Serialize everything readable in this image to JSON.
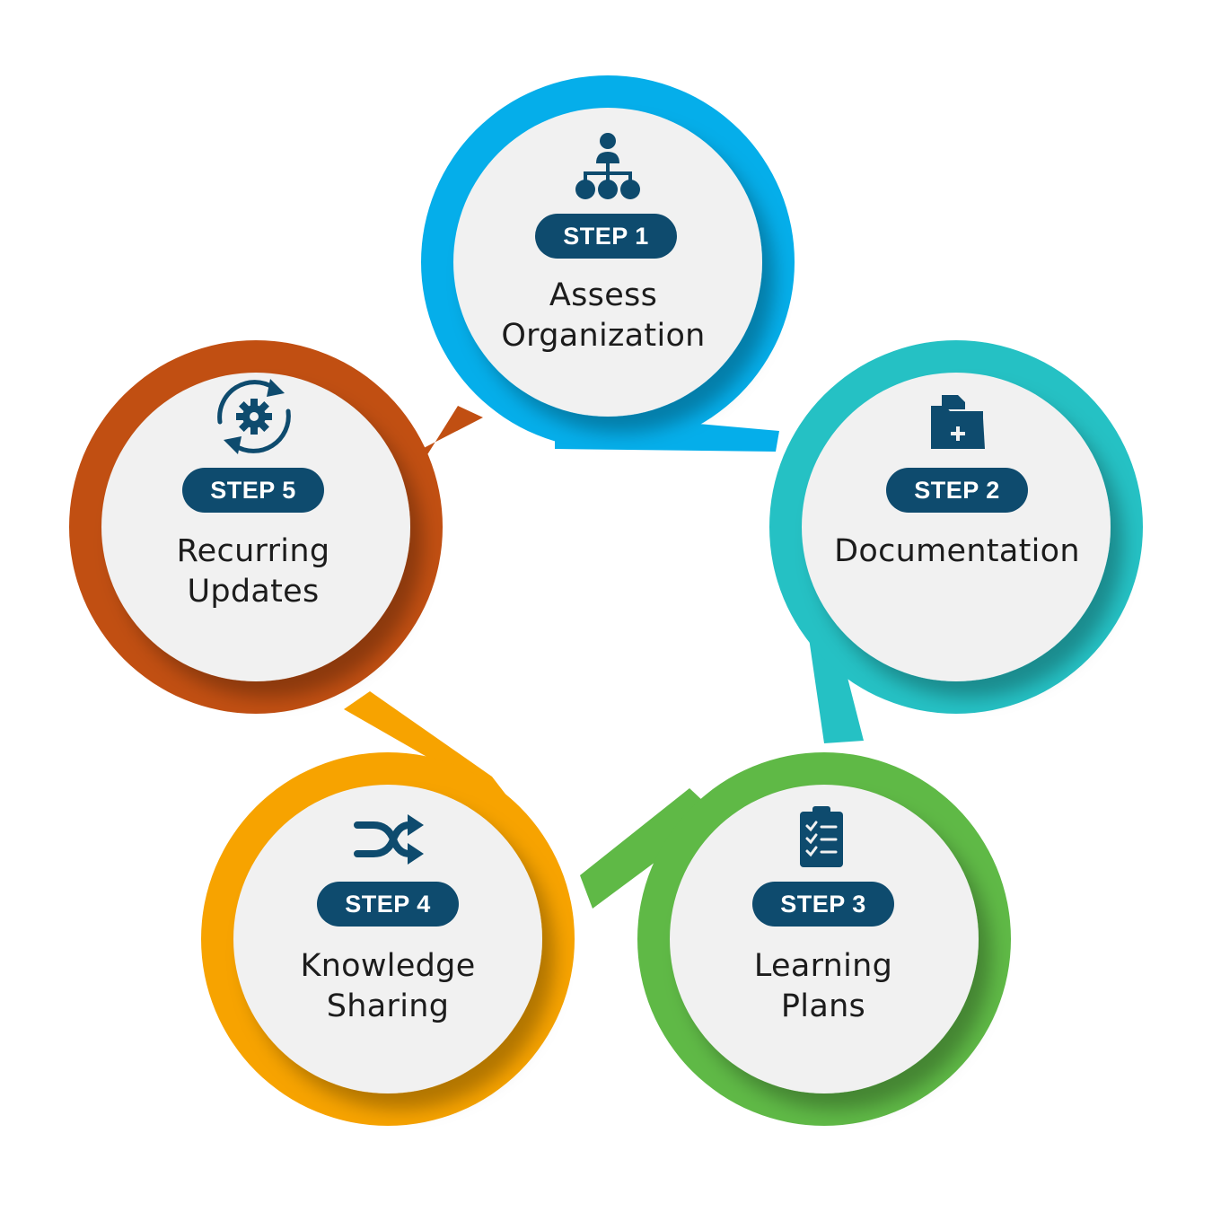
{
  "steps": [
    {
      "badge": "STEP 1",
      "lines": [
        "Assess",
        "Organization"
      ],
      "color": "#05aeea",
      "icon": "org-chart-icon"
    },
    {
      "badge": "STEP 2",
      "lines": [
        "Documentation"
      ],
      "color": "#25c1c4",
      "icon": "folder-add-icon"
    },
    {
      "badge": "STEP 3",
      "lines": [
        "Learning",
        "Plans"
      ],
      "color": "#5fb946",
      "icon": "clipboard-checklist-icon"
    },
    {
      "badge": "STEP 4",
      "lines": [
        "Knowledge",
        "Sharing"
      ],
      "color": "#f7a300",
      "icon": "shuffle-arrows-icon"
    },
    {
      "badge": "STEP 5",
      "lines": [
        "Recurring",
        "Updates"
      ],
      "color": "#c14f12",
      "icon": "gear-cycle-icon"
    }
  ],
  "badge_color": "#0e4b6e",
  "icon_color": "#0e4b6e",
  "disc_color": "#f1f1f1"
}
